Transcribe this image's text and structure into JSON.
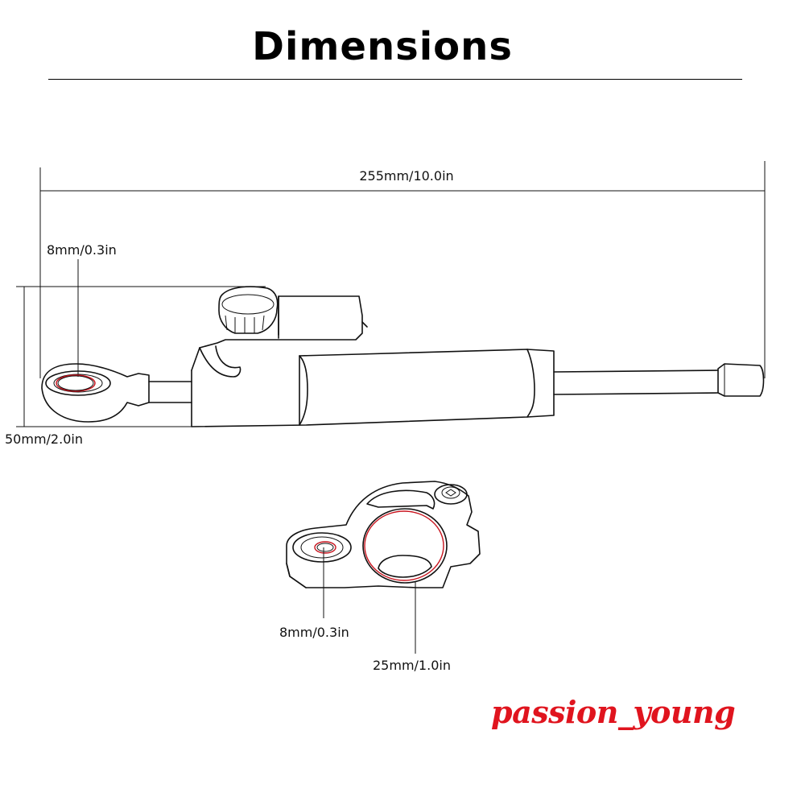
{
  "title": "Dimensions",
  "damper": {
    "length_label": "255mm/10.0in",
    "eye_label": "8mm/0.3in",
    "height_label": "50mm/2.0in"
  },
  "clamp": {
    "bolt_hole_label": "8mm/0.3in",
    "bore_label": "25mm/1.0in"
  },
  "watermark": "passion_young",
  "colors": {
    "line": "#111111",
    "highlight": "#c8141e",
    "watermark": "#e0141e"
  }
}
